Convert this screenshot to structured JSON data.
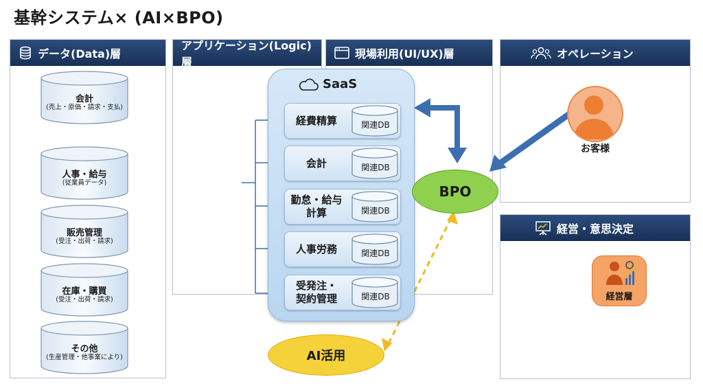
{
  "title": "基幹システム× (AI×BPO)",
  "data_layer": {
    "header": "データ(Data)層",
    "icon": "database-icon",
    "cylinders": [
      {
        "label": "会計",
        "sub": "(売上・原価・請求・支払)"
      },
      {
        "label": "人事・給与",
        "sub": "(従業員データ)"
      },
      {
        "label": "販売管理",
        "sub": "(受注・出荷・請求)"
      },
      {
        "label": "在庫・購買",
        "sub": "(受注・出荷・請求)"
      },
      {
        "label": "その他",
        "sub": "(生産管理・他事業により)"
      }
    ]
  },
  "app_layer": {
    "header": "アプリケーション(Logic)層"
  },
  "field_layer": {
    "header": "現場利用(UI/UX)層",
    "icon": "window-icon"
  },
  "saas": {
    "title": "SaaS",
    "icon": "cloud-icon",
    "modules": [
      {
        "label": "経費精算",
        "db": "関連DB"
      },
      {
        "label": "会計",
        "db": "関連DB"
      },
      {
        "label": "勤怠・給与\n計算",
        "db": "関連DB"
      },
      {
        "label": "人事労務",
        "db": "関連DB"
      },
      {
        "label": "受発注・\n契約管理",
        "db": "関連DB"
      }
    ]
  },
  "bpo": {
    "label": "BPO",
    "color": "#8fd14f"
  },
  "ai": {
    "label": "AI活用",
    "color": "#f5d23a"
  },
  "operation": {
    "header": "オペレーション",
    "icon": "team-icon",
    "customer_label": "お客様",
    "customer_icon": "person-icon"
  },
  "management": {
    "header": "経営・意思決定",
    "icon": "presentation-icon",
    "mgmt_label": "経営層",
    "mgmt_icon": "executive-chart-icon"
  },
  "colors": {
    "header_bg": "#1f3a66",
    "arrow_blue": "#3d6fb0",
    "dashed_yellow": "#f0b923",
    "orange": "#f08a3c"
  }
}
